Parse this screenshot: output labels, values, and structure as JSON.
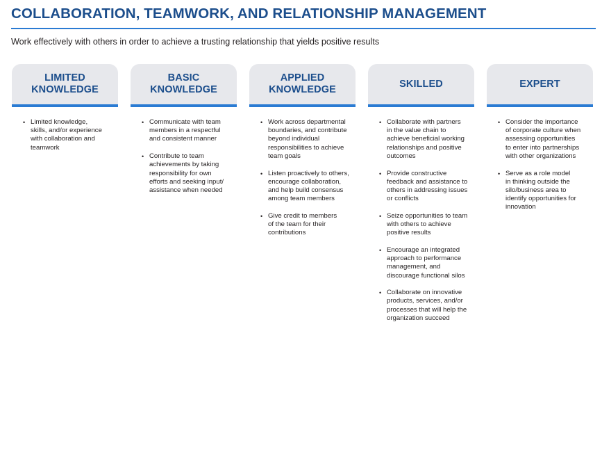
{
  "header": {
    "title": "COLLABORATION, TEAMWORK, AND RELATIONSHIP MANAGEMENT",
    "subtitle": "Work effectively with others in order to achieve a trusting relationship that yields positive results"
  },
  "levels": [
    {
      "title": "LIMITED\nKNOWLEDGE",
      "items": [
        "Limited knowledge,\nskills, and/or experience\nwith collaboration and\nteamwork"
      ]
    },
    {
      "title": "BASIC\nKNOWLEDGE",
      "items": [
        "Communicate with team\nmembers in a respectful\nand consistent manner",
        "Contribute to team\nachievements by taking\nresponsibility for own\nefforts and seeking input/\nassistance when needed"
      ]
    },
    {
      "title": "APPLIED\nKNOWLEDGE",
      "items": [
        "Work across departmental\nboundaries, and contribute\nbeyond individual\nresponsibilities to achieve\nteam goals",
        "Listen proactively to others,\nencourage collaboration,\nand help build consensus\namong team members",
        "Give credit to members\nof the team for their\ncontributions"
      ]
    },
    {
      "title": "SKILLED",
      "items": [
        "Collaborate with partners\nin the value chain to\nachieve beneficial working\nrelationships and positive\noutcomes",
        "Provide constructive\nfeedback and assistance to\nothers in addressing issues\nor conflicts",
        "Seize opportunities to team\nwith others to achieve\npositive results",
        "Encourage an integrated\napproach to performance\nmanagement, and\ndiscourage functional silos",
        "Collaborate on innovative\nproducts, services, and/or\nprocesses that will help the\norganization succeed"
      ]
    },
    {
      "title": "EXPERT",
      "items": [
        "Consider the importance\nof corporate culture when\nassessing opportunities\nto enter into partnerships\nwith other organizations",
        "Serve as a role model\nin thinking outside the\nsilo/business area to\nidentify opportunities for\ninnovation"
      ]
    }
  ],
  "colors": {
    "title": "#1c4e8c",
    "accent_rule": "#2a7bd3",
    "header_fill": "#e7e8ec",
    "body_text": "#231f20"
  },
  "bullet_glyph": "•"
}
